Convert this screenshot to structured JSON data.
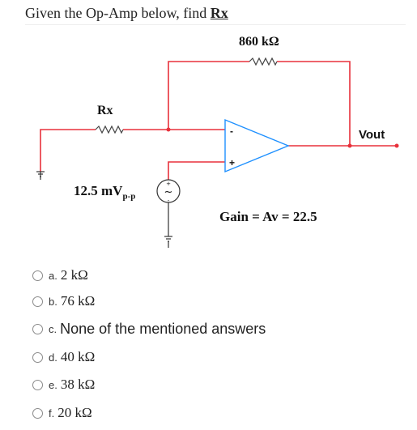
{
  "question": {
    "prefix": "Given the Op-Amp below, find ",
    "target": "Rx"
  },
  "circuit": {
    "feedback_resistor": "860 kΩ",
    "input_resistor": "Rx",
    "source_label": "12.5 mV",
    "source_subscript": "p-p",
    "output_label": "Vout",
    "gain_label": "Gain = Av = 22.5",
    "inverting_sign": "-",
    "noninverting_sign": "+",
    "source_symbol": "~",
    "colors": {
      "wire": "#e8313b",
      "opamp": "#1e90ff",
      "ground": "#333333"
    }
  },
  "options": [
    {
      "letter": "a.",
      "text": "2 kΩ"
    },
    {
      "letter": "b.",
      "text": "76 kΩ"
    },
    {
      "letter": "c.",
      "text": "None of the mentioned answers"
    },
    {
      "letter": "d.",
      "text": "40 kΩ"
    },
    {
      "letter": "e.",
      "text": "38 kΩ"
    },
    {
      "letter": "f.",
      "text": "20 kΩ"
    }
  ]
}
